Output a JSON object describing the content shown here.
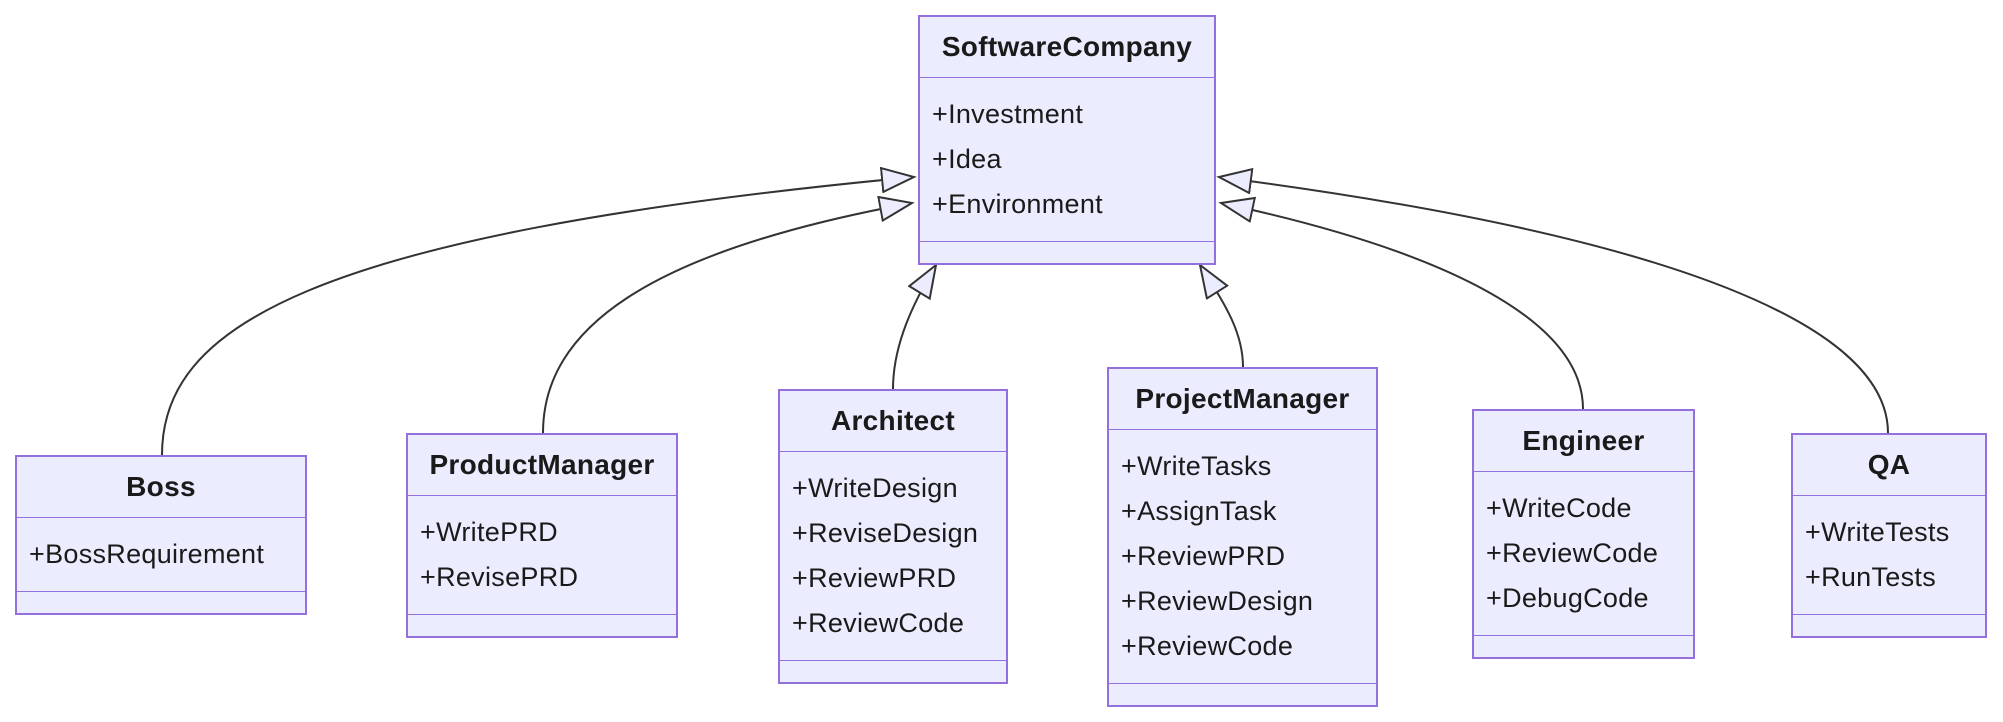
{
  "diagram": {
    "type": "uml-class-diagram",
    "background_color": "#ffffff",
    "colors": {
      "box_fill": "#ECECFF",
      "box_border": "#9370DB",
      "edge_line": "#333333",
      "arrowhead_fill": "#ECECFF",
      "text": "#1a1a1a"
    }
  },
  "classes": [
    {
      "id": "software-company",
      "title": "SoftwareCompany",
      "attributes": [
        "+Investment",
        "+Idea",
        "+Environment"
      ],
      "methods": []
    },
    {
      "id": "boss",
      "title": "Boss",
      "attributes": [
        "+BossRequirement"
      ],
      "methods": []
    },
    {
      "id": "product-manager",
      "title": "ProductManager",
      "attributes": [
        "+WritePRD",
        "+RevisePRD"
      ],
      "methods": []
    },
    {
      "id": "architect",
      "title": "Architect",
      "attributes": [
        "+WriteDesign",
        "+ReviseDesign",
        "+ReviewPRD",
        "+ReviewCode"
      ],
      "methods": []
    },
    {
      "id": "project-manager",
      "title": "ProjectManager",
      "attributes": [
        "+WriteTasks",
        "+AssignTask",
        "+ReviewPRD",
        "+ReviewDesign",
        "+ReviewCode"
      ],
      "methods": []
    },
    {
      "id": "engineer",
      "title": "Engineer",
      "attributes": [
        "+WriteCode",
        "+ReviewCode",
        "+DebugCode"
      ],
      "methods": []
    },
    {
      "id": "qa",
      "title": "QA",
      "attributes": [
        "+WriteTests",
        "+RunTests"
      ],
      "methods": []
    }
  ],
  "relations": [
    {
      "from": "Boss",
      "to": "SoftwareCompany",
      "type": "inheritance"
    },
    {
      "from": "ProductManager",
      "to": "SoftwareCompany",
      "type": "inheritance"
    },
    {
      "from": "Architect",
      "to": "SoftwareCompany",
      "type": "inheritance"
    },
    {
      "from": "ProjectManager",
      "to": "SoftwareCompany",
      "type": "inheritance"
    },
    {
      "from": "Engineer",
      "to": "SoftwareCompany",
      "type": "inheritance"
    },
    {
      "from": "QA",
      "to": "SoftwareCompany",
      "type": "inheritance"
    }
  ]
}
